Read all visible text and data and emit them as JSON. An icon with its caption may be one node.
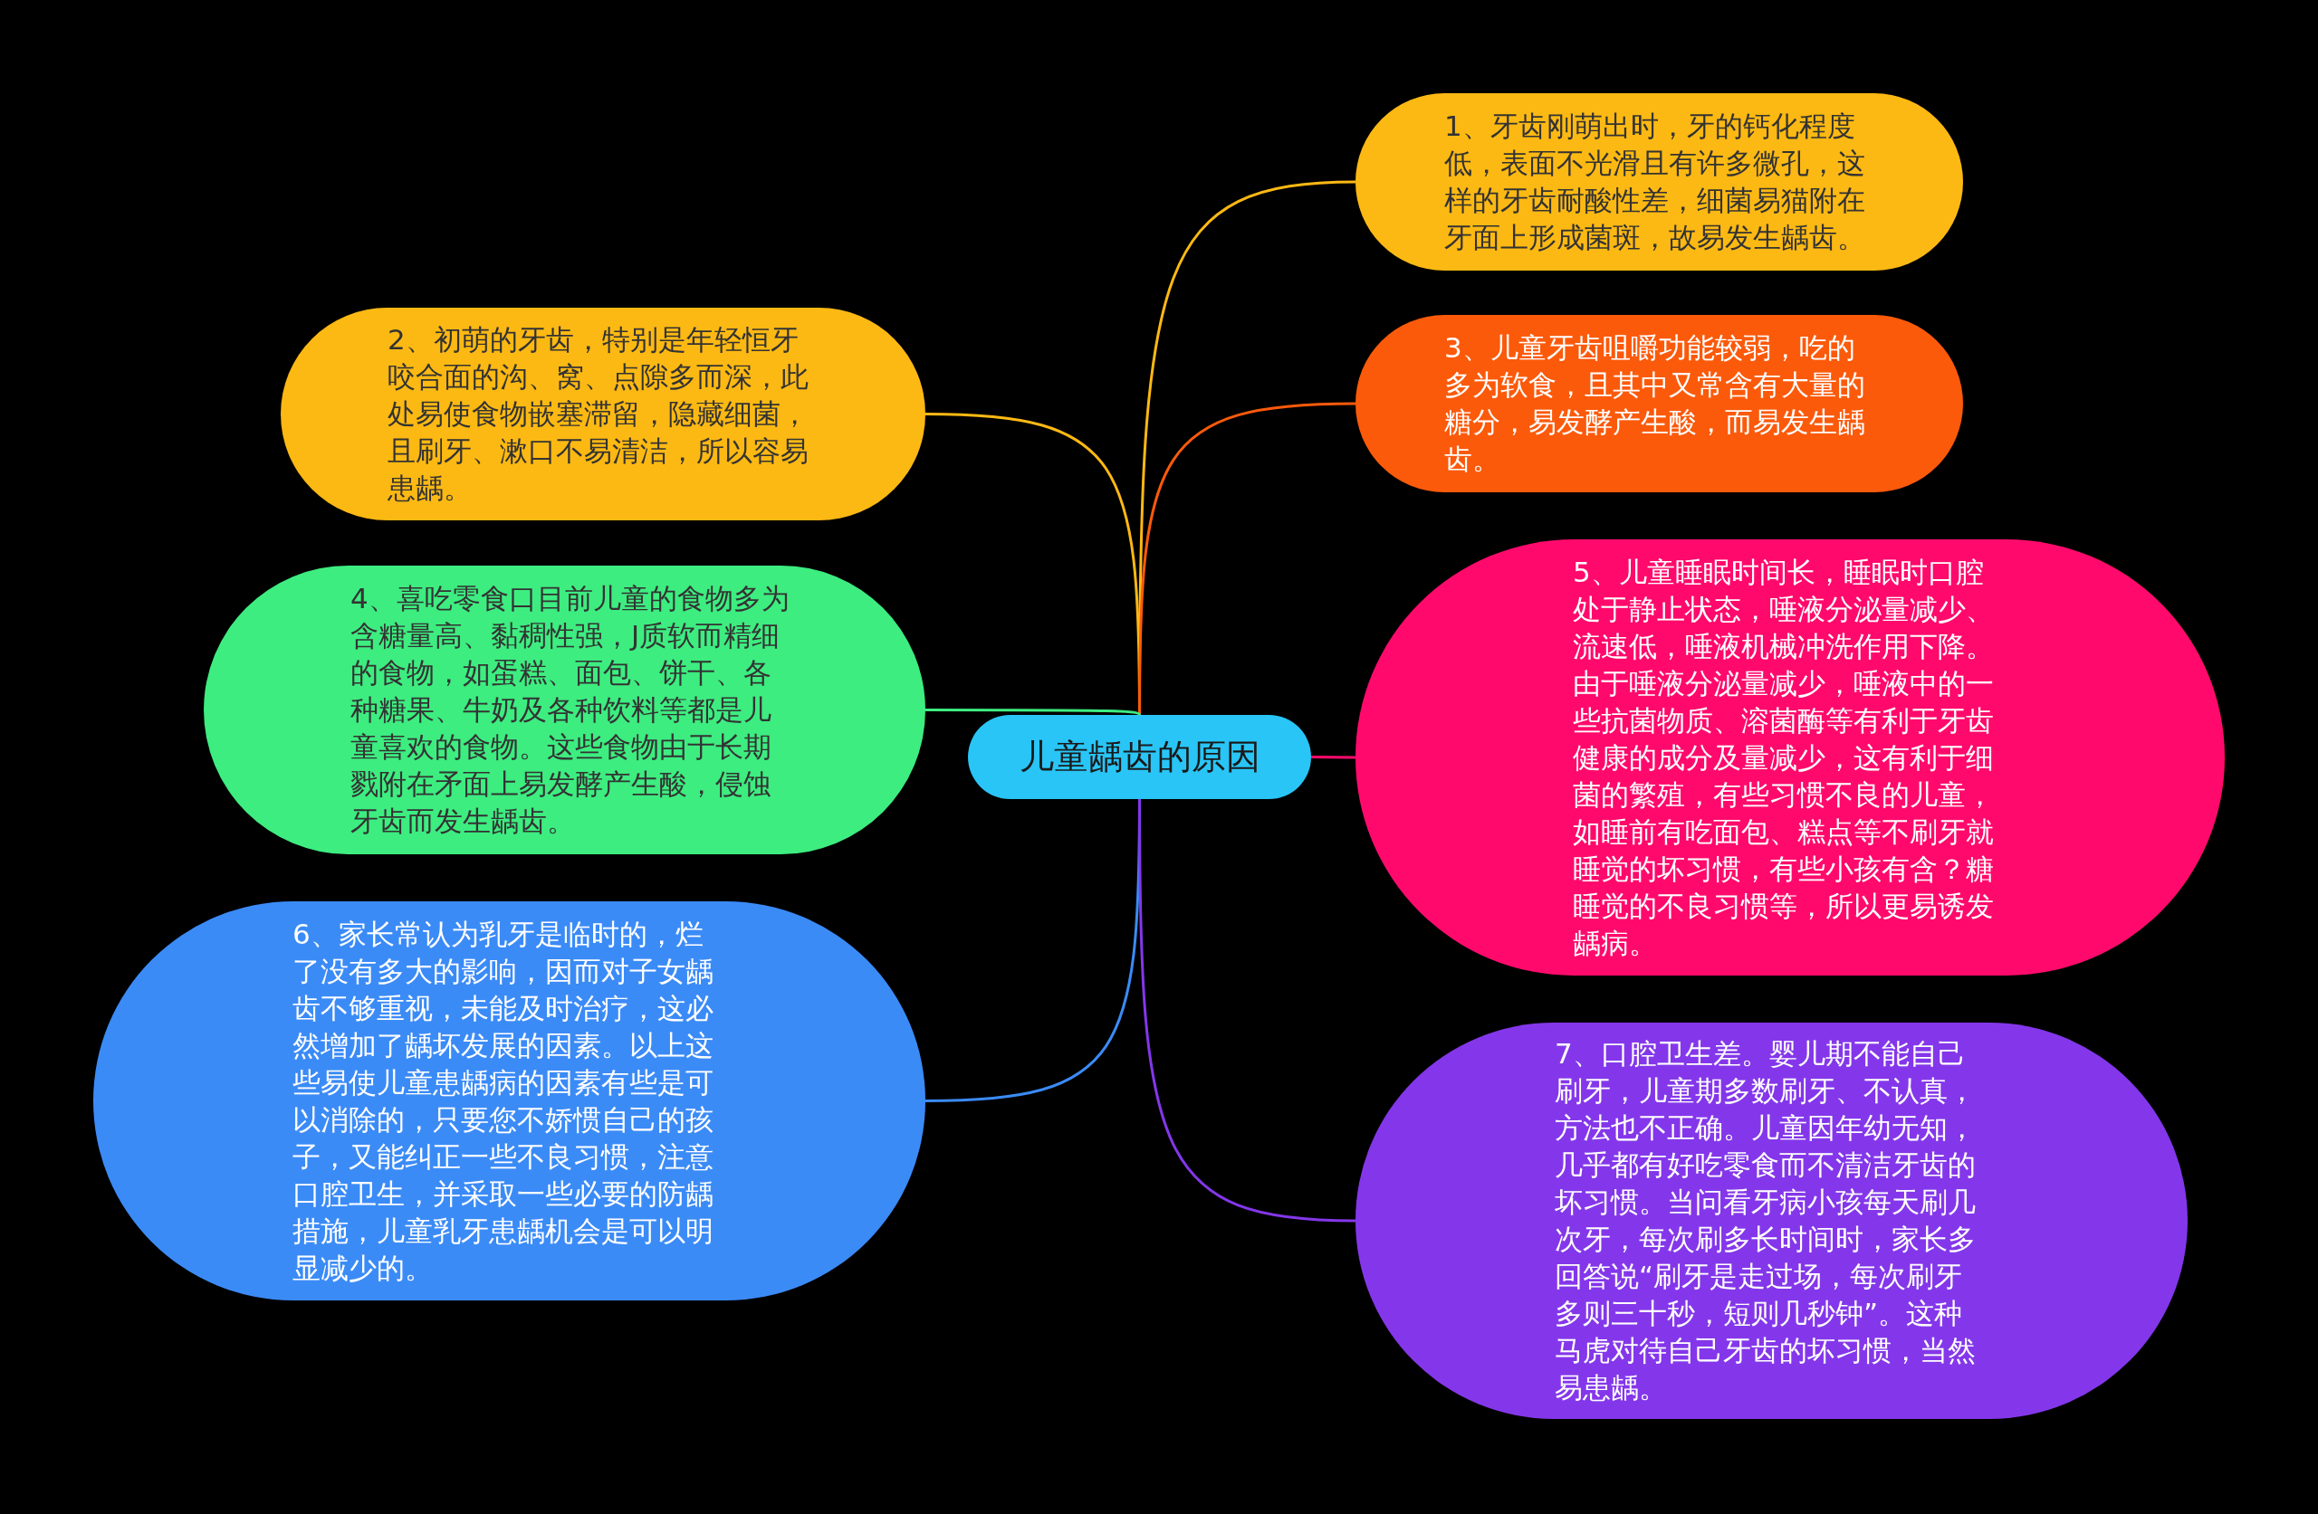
{
  "diagram": {
    "nodes": [
      {
        "text": [
          "儿童龋齿的原因"
        ]
      },
      {
        "text": [
          "1、牙齿刚萌出时，牙的钙化程度低，表面不光滑且有许多微孔，这样的牙齿耐酸性差，细菌易猫附在牙面上形成菌斑，故易发生龋齿。"
        ]
      },
      {
        "text": [
          "2、初萌的牙齿，特别是年轻恒牙咬合面的沟、窝、点隙多而深，此处易使食物嵌塞滞留，隐藏细菌，且刷牙、漱口不易清洁，所以容易患龋。"
        ]
      },
      {
        "text": [
          "3、儿童牙齿咀嚼功能较弱，吃的多为软食，且其中又常含有大量的糖分，易发酵产生酸，而易发生龋齿。"
        ]
      },
      {
        "text": [
          "4、喜吃零食口目前儿童的食物多为含糖量高、黏稠性强，J质软而精细的食物，如蛋糕、面包、饼干、各种糖果、牛奶及各种饮料等都是儿童喜欢的食物。这些食物由于长期戮附在矛面上易发酵产生酸，侵蚀牙齿而发生龋齿。"
        ]
      },
      {
        "text": [
          "5、儿童睡眠时间长，睡眠时口腔处于静止状态，唾液分泌量减少、流速低，唾液机械冲洗作用下降。由于唾液分泌量减少，唾液中的一些抗菌物质、溶菌酶等有利于牙齿健康的成分及量减少，这有利于细菌的繁殖，有些习惯不良的儿童，如睡前有吃面包、糕点等不刷牙就睡觉的坏习惯，有些小孩有含？糖睡觉的不良习惯等，所以更易诱发龋病。"
        ]
      },
      {
        "text": [
          "6、家长常认为乳牙是临时的，烂了没有多大的影响，因而对子女龋齿不够重视，未能及时治疗，这必然增加了龋坏发展的因素。以上这些易使儿童患龋病的因素有些是可以消除的，只要您不娇惯自己的孩子，又能纠正一些不良习惯，注意口腔卫生，并采取一些必要的防龋措施，儿童乳牙患龋机会是可以明显减少的。"
        ]
      },
      {
        "text": [
          "7、口腔卫生差。婴儿期不能自己刷牙，儿童期多数刷牙、不认真，方法也不正确。儿童因年幼无知，几乎都有好吃零食而不清洁牙齿的坏习惯。当问看牙病小孩每天刷几次牙，每次刷多长时间时，家长多回答说“刷牙是走过场，每次刷牙多则三十秒，短则几秒钟”。这种马虎对待自己牙齿的坏习惯，当然易患龋。"
        ]
      }
    ],
    "edges": [
      {
        "from": 0,
        "to": 1,
        "arrow": "none",
        "color": "#fdb913"
      },
      {
        "from": 0,
        "to": 2,
        "arrow": "none",
        "color": "#fdb913"
      },
      {
        "from": 0,
        "to": 3,
        "arrow": "none",
        "color": "#fb5a0b"
      },
      {
        "from": 0,
        "to": 4,
        "arrow": "none",
        "color": "#3ded80"
      },
      {
        "from": 0,
        "to": 5,
        "arrow": "none",
        "color": "#ff0a6c"
      },
      {
        "from": 0,
        "to": 6,
        "arrow": "none",
        "color": "#3b8bf7"
      },
      {
        "from": 0,
        "to": 7,
        "arrow": "none",
        "color": "#8437ea"
      }
    ]
  }
}
